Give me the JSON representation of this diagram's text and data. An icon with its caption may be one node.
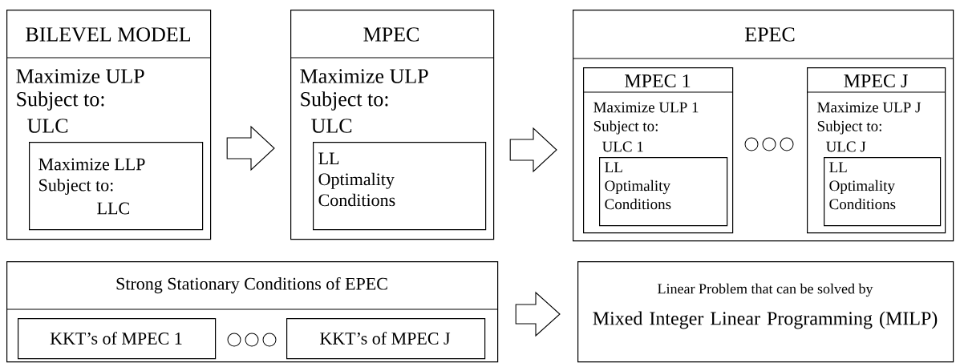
{
  "diagram": {
    "nodes": [
      {
        "text": [
          "BILEVEL MODEL",
          "Maximize ULP",
          "Subject to:",
          "ULC"
        ]
      },
      {
        "text": [
          "Maximize LLP",
          "Subject to:",
          "LLC"
        ],
        "in": 0
      },
      {
        "text": [
          "MPEC",
          "Maximize ULP",
          "Subject to:",
          "ULC"
        ]
      },
      {
        "text": [
          "LL Optimality Conditions"
        ],
        "in": 2
      },
      {
        "text": [
          "EPEC"
        ]
      },
      {
        "text": [
          "MPEC 1",
          "Maximize ULP 1",
          "Subject to:",
          "ULC 1"
        ],
        "in": 4
      },
      {
        "text": [
          "LL Optimality Conditions"
        ],
        "in": 5
      },
      {
        "text": [
          "MPEC J",
          "Maximize ULP J",
          "Subject to:",
          "ULC J"
        ],
        "in": 4
      },
      {
        "text": [
          "LL Optimality Conditions"
        ],
        "in": 7
      },
      {
        "text": [
          "Strong Stationary Conditions of EPEC"
        ]
      },
      {
        "text": [
          "KKT’s of MPEC 1"
        ],
        "in": 9
      },
      {
        "text": [
          "KKT’s of MPEC J"
        ],
        "in": 9
      },
      {
        "text": [
          "Linear Problem that can be solved by",
          "Mixed Integer Linear Programming (MILP)"
        ]
      }
    ],
    "edges": [
      {
        "from": 0,
        "to": 2,
        "arrow": "to"
      },
      {
        "from": 2,
        "to": 4,
        "arrow": "to"
      },
      {
        "from": 9,
        "to": 12,
        "arrow": "to"
      }
    ]
  }
}
